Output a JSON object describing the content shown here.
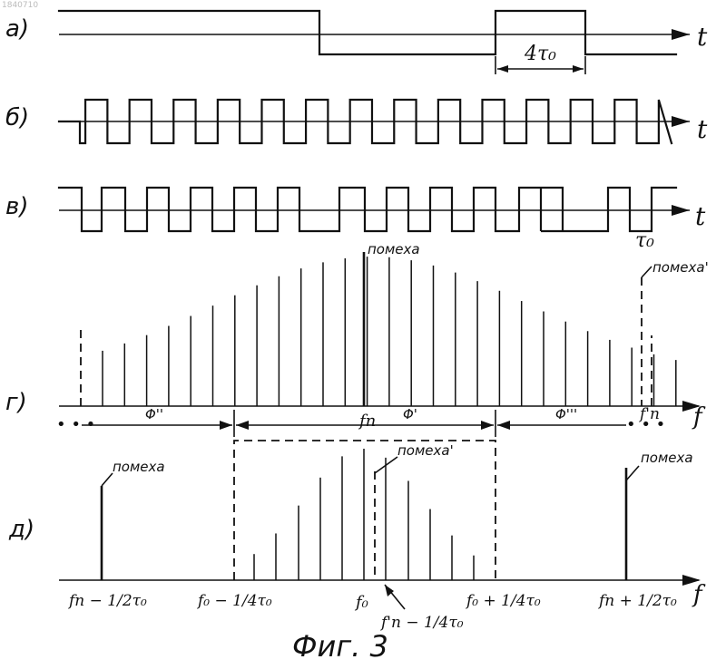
{
  "watermark": "1840710",
  "panels": {
    "a": {
      "label": "а)",
      "axis": "t",
      "width_label": "4τ₀"
    },
    "b": {
      "label": "б)",
      "axis": "t"
    },
    "v": {
      "label": "в)",
      "axis": "t",
      "tau_label": "τ₀"
    },
    "g": {
      "label": "г)",
      "axis": "f",
      "interference_label": "помеха",
      "interference_prime_label": "помеха'",
      "fn_label": "fп",
      "fn_prime_label": "f'п",
      "phi_left": "Φ''",
      "phi_mid": "Φ'",
      "phi_right": "Φ'''",
      "dots_left": "• • •",
      "dots_right": "• • •"
    },
    "d": {
      "label": "д)",
      "axis": "f",
      "interference_left": "помеха",
      "interference_prime": "помеха'",
      "interference_right": "помеха",
      "ticks": [
        "fп − 1/2τ₀",
        "f₀ − 1/4τ₀",
        "f₀",
        "f'п − 1/4τ₀",
        "f₀ + 1/4τ₀",
        "fп + 1/2τ₀"
      ]
    }
  },
  "caption": "Фиг. 3"
}
